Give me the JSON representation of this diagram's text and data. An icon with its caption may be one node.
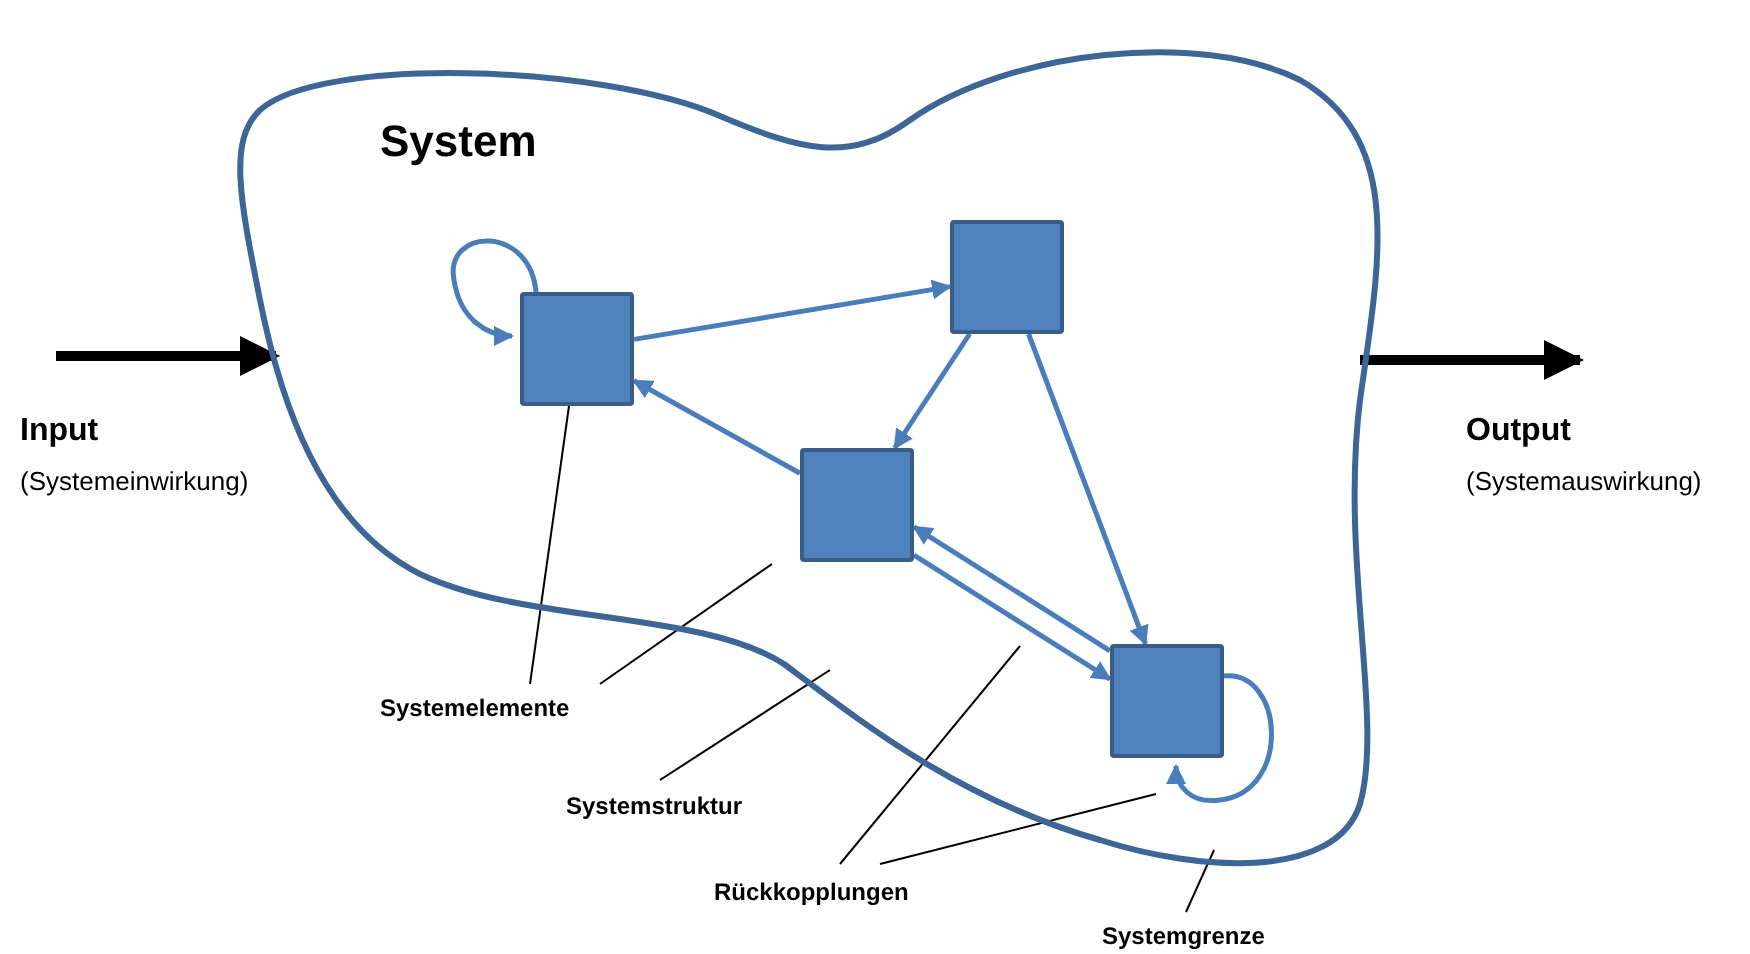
{
  "diagram": {
    "nodes": [
      {
        "text": [
          "System"
        ]
      },
      {
        "text": [],
        "shape": "box",
        "in": 0
      },
      {
        "text": [],
        "shape": "box",
        "in": 0
      },
      {
        "text": [],
        "shape": "box",
        "in": 0
      },
      {
        "text": [],
        "shape": "box",
        "in": 0
      },
      {
        "text": [
          "Systemelemente"
        ]
      },
      {
        "text": [
          "Systemstruktur"
        ]
      },
      {
        "text": [
          "Rückkopplungen"
        ]
      },
      {
        "text": [
          "Systemgrenze"
        ]
      }
    ],
    "edges": [
      {
        "from": 1,
        "to": 2,
        "arrow": "to"
      },
      {
        "from": 2,
        "to": 3,
        "arrow": "to"
      },
      {
        "from": 3,
        "to": 1,
        "arrow": "to"
      },
      {
        "from": 2,
        "to": 4,
        "arrow": "to"
      },
      {
        "from": 3,
        "to": 4,
        "arrow": "to"
      },
      {
        "from": 4,
        "to": 3,
        "arrow": "to"
      },
      {
        "from": 1,
        "to": 1,
        "arrow": "to"
      },
      {
        "from": 4,
        "to": 4,
        "arrow": "to"
      },
      {
        "from": null,
        "to": 0,
        "arrow": "to",
        "style": "thick",
        "color": "#000000"
      },
      {
        "from": 0,
        "to": null,
        "arrow": "to",
        "style": "thick",
        "color": "#000000"
      },
      {
        "from": 5,
        "to": 1,
        "arrow": "none",
        "color": "#000000"
      },
      {
        "from": 5,
        "to": null,
        "arrow": "none",
        "color": "#000000"
      },
      {
        "from": 6,
        "to": 0,
        "arrow": "none",
        "color": "#000000"
      },
      {
        "from": 7,
        "to": null,
        "arrow": "none",
        "color": "#000000"
      },
      {
        "from": 7,
        "to": null,
        "arrow": "none",
        "color": "#000000"
      },
      {
        "from": 8,
        "to": 0,
        "arrow": "none",
        "color": "#000000"
      }
    ],
    "labels": [
      "Input",
      "(Systemeinwirkung)",
      "Output",
      "(Systemauswirkung)"
    ]
  }
}
